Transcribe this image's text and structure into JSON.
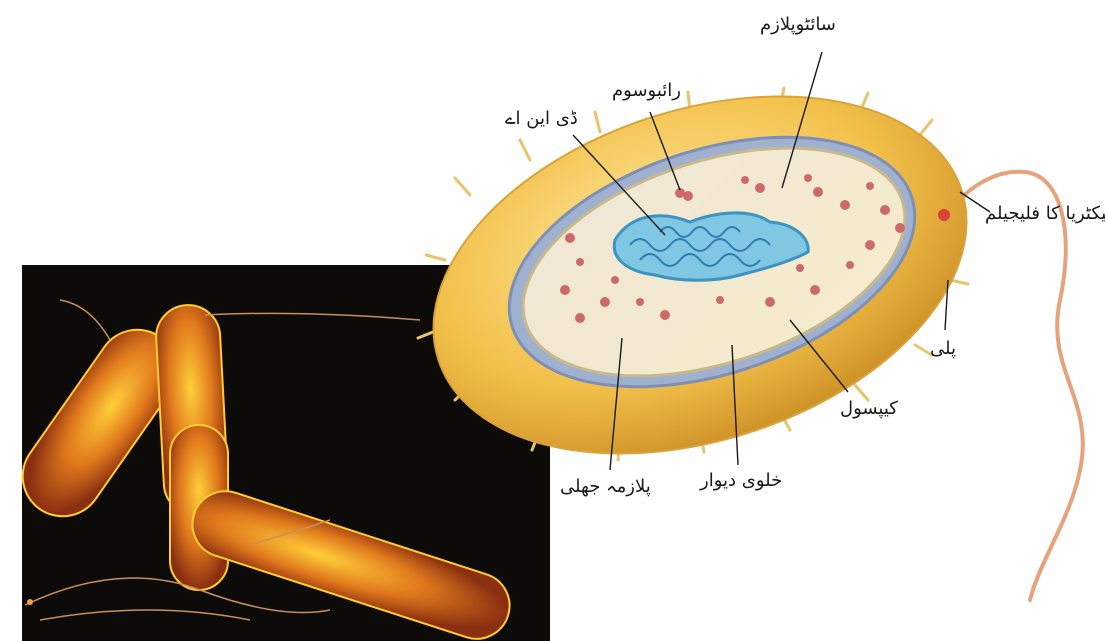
{
  "labels": {
    "cytoplasm": "سائٹوپلازم",
    "ribosome": "رائبوسوم",
    "dna": "ڈی این اے",
    "flagellum": "بیکٹریا کا فلیجیلم",
    "pili": "پلی",
    "capsule": "کیپسول",
    "cell_wall": "خلوی دیوار",
    "plasma_membrane": "پلازمہ جھلی"
  },
  "colors": {
    "photo_background": "#0d0b0a",
    "bacteria_orange": "#e8821a",
    "capsule_yellow": "#f2c04a",
    "cytoplasm_cream": "#f4e8c8",
    "cell_wall_blue": "#8ea4c8",
    "dna_blue": "#5fb6d6",
    "ribosome_red": "#cc6a6a",
    "flagellum_orange": "#e7a27c"
  }
}
